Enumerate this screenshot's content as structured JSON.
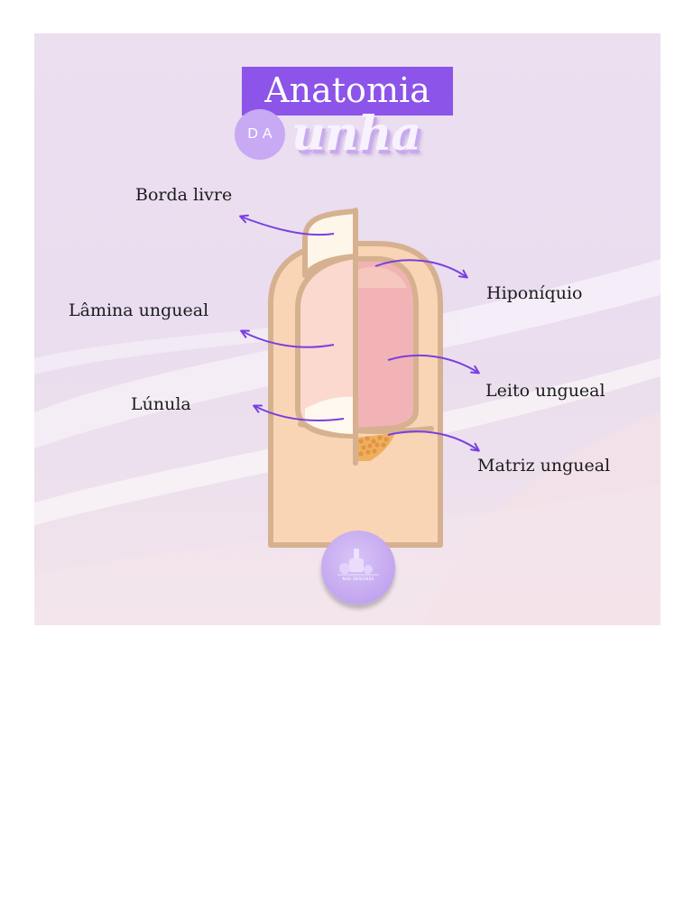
{
  "title": {
    "main": "Anatomia",
    "connector": "DA",
    "script": "unha"
  },
  "labels": {
    "borda_livre": "Borda livre",
    "lamina_ungueal": "Lâmina ungueal",
    "lunula": "Lúnula",
    "hiponiquio": "Hiponíquio",
    "leito_ungueal": "Leito ungueal",
    "matriz_ungueal": "Matriz ungueal"
  },
  "logo": {
    "text": "NAIL DESIGNER"
  },
  "colors": {
    "accent": "#8c54e8",
    "arrow": "#7a3fe0",
    "skin": "#f9d5b5",
    "outline": "#d6b190",
    "nail_bed": "#f2b3b6"
  }
}
